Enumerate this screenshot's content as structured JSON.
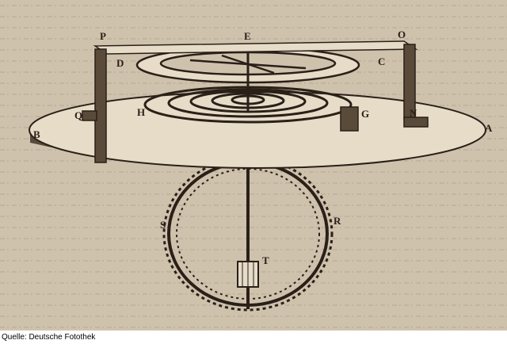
{
  "figure": {
    "labels": {
      "P": "P",
      "E": "E",
      "O": "O",
      "D": "D",
      "C": "C",
      "H": "H",
      "G": "G",
      "N": "N",
      "Q": "Q",
      "B": "B",
      "A": "A",
      "S": "S",
      "R": "R",
      "T": "T"
    },
    "colors": {
      "paper": "#cfc2ad",
      "ink": "#2a2018",
      "plate": "#e6dcc8"
    }
  },
  "caption": "Quelle: Deutsche Fotothek"
}
